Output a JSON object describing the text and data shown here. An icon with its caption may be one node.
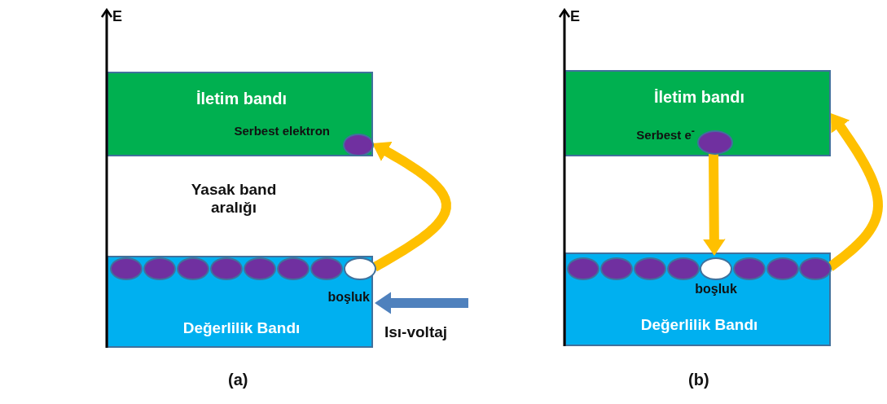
{
  "diagram": {
    "nodes": [
      {
        "text": [
          "İletim bandı",
          "Serbest elektron"
        ]
      },
      {
        "text": [],
        "shape": "circle",
        "in": 0
      },
      {
        "text": [
          "boşluk",
          "Değerlilik Bandı"
        ]
      },
      {
        "text": [],
        "shape": "circle",
        "in": 2
      },
      {
        "text": [],
        "shape": "circle",
        "in": 2
      },
      {
        "text": [],
        "shape": "circle",
        "in": 2
      },
      {
        "text": [],
        "shape": "circle",
        "in": 2
      },
      {
        "text": [],
        "shape": "circle",
        "in": 2
      },
      {
        "text": [],
        "shape": "circle",
        "in": 2
      },
      {
        "text": [],
        "shape": "circle",
        "in": 2
      },
      {
        "text": [],
        "shape": "circle",
        "in": 2
      },
      {
        "text": [
          "İletim bandı",
          "Serbest e$^{-}$"
        ]
      },
      {
        "text": [],
        "shape": "circle",
        "in": 11
      },
      {
        "text": [
          "boşluk",
          "Değerlilik Bandı"
        ]
      },
      {
        "text": [],
        "shape": "circle",
        "in": 13
      },
      {
        "text": [],
        "shape": "circle",
        "in": 13
      },
      {
        "text": [],
        "shape": "circle",
        "in": 13
      },
      {
        "text": [],
        "shape": "circle",
        "in": 13
      },
      {
        "text": [],
        "shape": "circle",
        "in": 13
      },
      {
        "text": [],
        "shape": "circle",
        "in": 13
      },
      {
        "text": [],
        "shape": "circle",
        "in": 13
      },
      {
        "text": [],
        "shape": "circle",
        "in": 13
      }
    ],
    "edges": [
      {
        "from": 10,
        "to": 1,
        "arrow": "to"
      },
      {
        "from": null,
        "to": 2,
        "arrow": "to",
        "color": "#4f81bd",
        "label": "Isı-voltaj"
      },
      {
        "from": 12,
        "to": 18,
        "arrow": "to"
      },
      {
        "from": 21,
        "to": 11,
        "arrow": "to"
      }
    ],
    "labels": [
      "E",
      "Yasak band aralığı",
      "(a)",
      "E",
      "(b)"
    ]
  }
}
